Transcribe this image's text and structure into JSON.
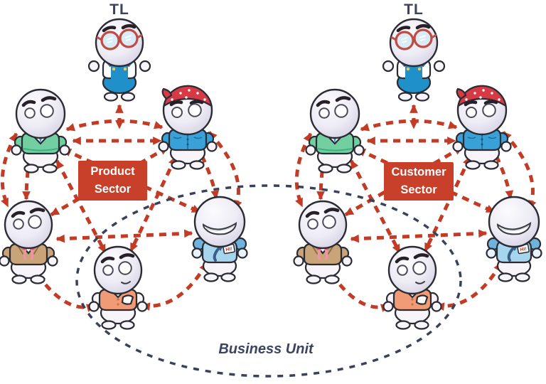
{
  "diagram_type": "organization-network-diagram",
  "colors": {
    "background": "#ffffff",
    "arrow_red": "#c33b25",
    "sector_box_red": "#c8402a",
    "navy_text": "#3b435f",
    "business_unit_ellipse": "#39425a"
  },
  "clusters": [
    {
      "id": "product-sector",
      "team_lead_label": "TL",
      "sector_label": "Product Sector",
      "members": [
        "team-leader-red-glasses",
        "member-green-vest",
        "member-red-bandana",
        "member-tan-jacket",
        "member-hi-badge",
        "member-orange-vest"
      ]
    },
    {
      "id": "customer-sector",
      "team_lead_label": "TL",
      "sector_label": "Customer Sector",
      "members": [
        "team-leader-red-glasses",
        "member-green-vest",
        "member-red-bandana",
        "member-tan-jacket",
        "member-hi-badge",
        "member-orange-vest"
      ]
    }
  ],
  "business_unit": {
    "label": "Business Unit"
  },
  "characters": {
    "hi_badge_text": "HI!"
  }
}
